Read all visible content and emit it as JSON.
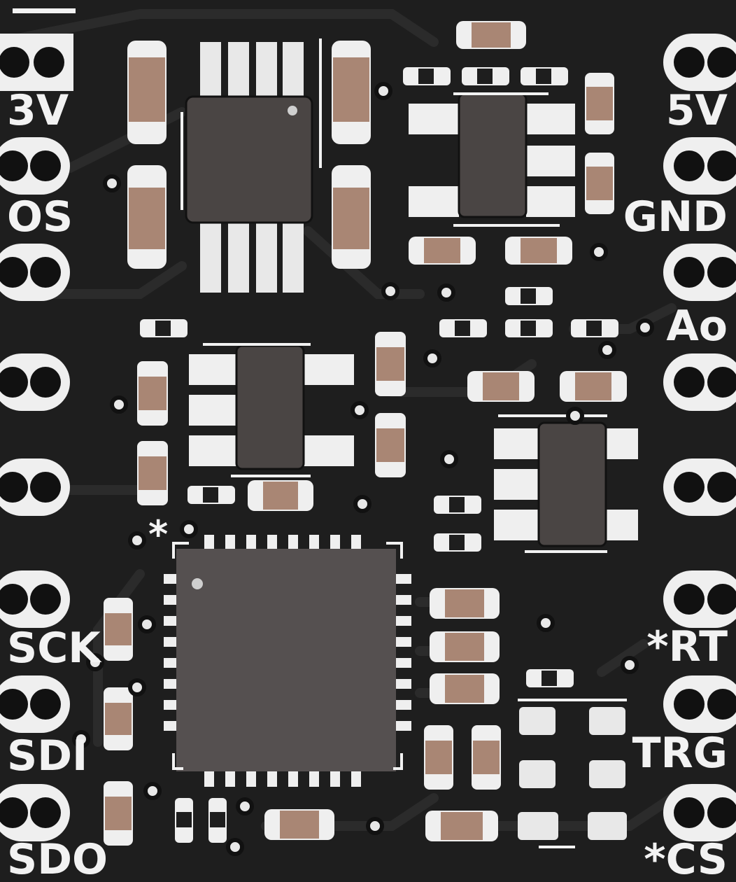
{
  "board": {
    "background": "#1e1e1e",
    "trace_color": "#2d2d2d",
    "silk_color": "#f2f2f2",
    "pad_color": "#e8e8e8",
    "cap_body_color": "#a98674",
    "ic_color": "#4a4544"
  },
  "left_pins": [
    "3V",
    "OS",
    "",
    "",
    "",
    "SCK",
    "SDI",
    "SDO"
  ],
  "right_pins": [
    "5V",
    "GND",
    "Ao",
    "",
    "",
    "*RT",
    "TRG",
    "*CS"
  ],
  "markers": {
    "mcu_pin1": "*"
  }
}
